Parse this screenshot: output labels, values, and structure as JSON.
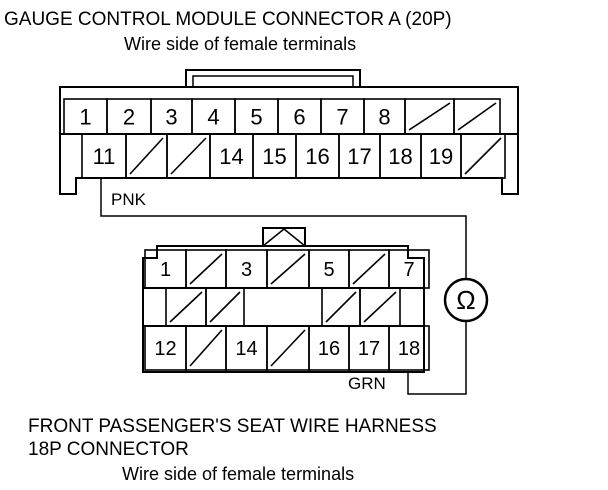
{
  "connector_a": {
    "title": "GAUGE CONTROL MODULE CONNECTOR A (20P)",
    "subtitle": "Wire side of female terminals",
    "row1": [
      "1",
      "2",
      "3",
      "4",
      "5",
      "6",
      "7",
      "8",
      "",
      ""
    ],
    "row2": [
      "",
      "11",
      "",
      "",
      "14",
      "15",
      "16",
      "17",
      "18",
      "19",
      ""
    ],
    "wire_color": "PNK"
  },
  "connector_b": {
    "title_line1": "FRONT PASSENGER'S SEAT WIRE HARNESS",
    "title_line2": "18P CONNECTOR",
    "subtitle": "Wire side of female terminals",
    "row1": [
      "1",
      "",
      "3",
      "",
      "5",
      "",
      "7"
    ],
    "row3": [
      "12",
      "",
      "14",
      "",
      "16",
      "17",
      "18"
    ],
    "wire_color": "GRN"
  },
  "meter": {
    "symbol": "Ω",
    "icon": "ohmmeter-icon"
  }
}
